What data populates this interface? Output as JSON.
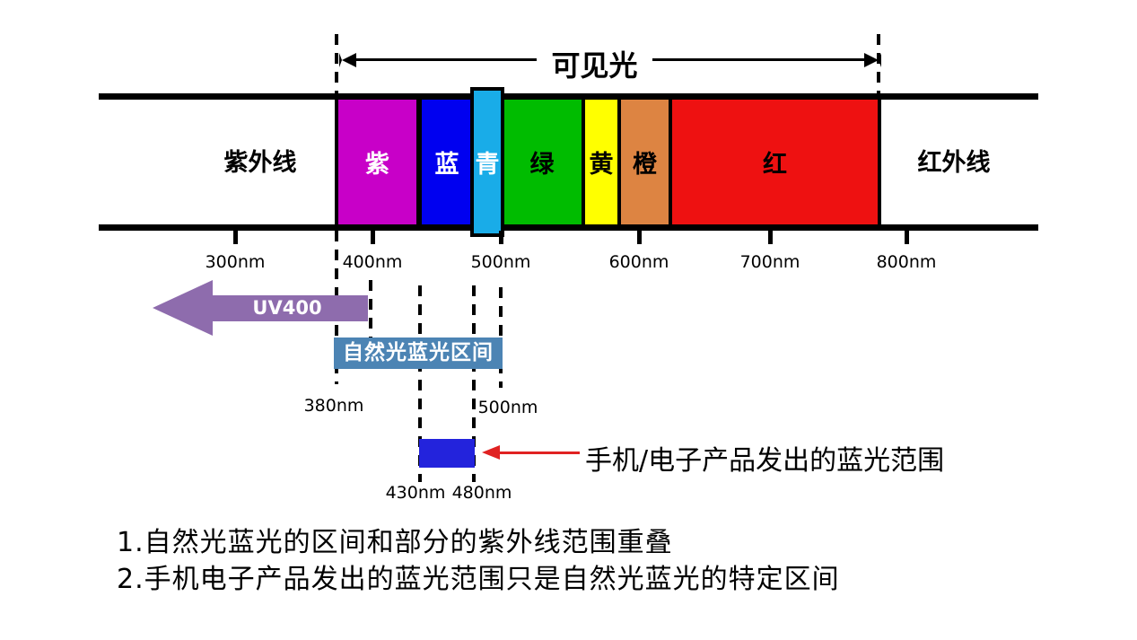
{
  "visible_light": {
    "label": "可见光"
  },
  "regions": {
    "uv": "紫外线",
    "ir": "红外线"
  },
  "bands": [
    {
      "name": "violet",
      "label": "紫",
      "color": "#C800C8"
    },
    {
      "name": "blue",
      "label": "蓝",
      "color": "#0000F0"
    },
    {
      "name": "cyan",
      "label": "青",
      "color": "#19ACE8"
    },
    {
      "name": "green",
      "label": "绿",
      "color": "#00BC00"
    },
    {
      "name": "yellow",
      "label": "黄",
      "color": "#FFFF00"
    },
    {
      "name": "orange",
      "label": "橙",
      "color": "#DD8442"
    },
    {
      "name": "red",
      "label": "红",
      "color": "#EE1111"
    }
  ],
  "axis": {
    "ticks": [
      "300nm",
      "400nm",
      "500nm",
      "600nm",
      "700nm",
      "800nm"
    ]
  },
  "uv400": {
    "label": "UV400",
    "color": "#8E6CAD"
  },
  "natural_blue": {
    "label": "自然光蓝光区间",
    "color": "#4C84B4",
    "start": "380nm",
    "end": "500nm"
  },
  "device_blue": {
    "color": "#2323DC",
    "start": "430nm",
    "end": "480nm",
    "annotation": "手机/电子产品发出的蓝光范围",
    "arrow_color": "#E02222"
  },
  "notes": [
    "1.自然光蓝光的区间和部分的紫外线范围重叠",
    "2.手机电子产品发出的蓝光范围只是自然光蓝光的特定区间"
  ]
}
